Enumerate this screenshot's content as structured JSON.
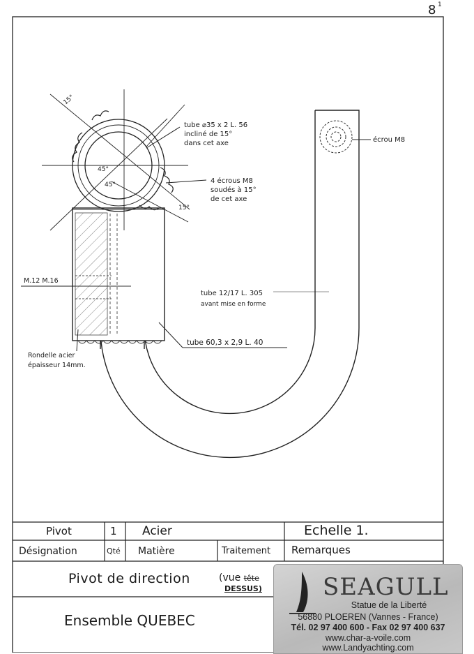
{
  "page_number": "8",
  "page_number_sup": "1",
  "annotations": {
    "tube_35": [
      "tube ⌀35 x 2 L. 56",
      "incliné de 15°",
      "dans cet axe"
    ],
    "ecrous_m8_4": [
      "4 écrous M8",
      "soudés à 15°",
      "de cet axe"
    ],
    "ecrou_m8": "écrou M8",
    "tube_12_17": [
      "tube 12/17 L. 305",
      "avant mise en forme"
    ],
    "tube_60": "tube 60,3 x 2,9  L. 40",
    "m12_m16": "M.12  M.16",
    "rondelle": [
      "Rondelle acier",
      "épaisseur 14mm."
    ],
    "angle_15_top": "15°",
    "angle_15_right": "15°",
    "angle_45_a": "45°",
    "angle_45_b": "45°"
  },
  "title_block": {
    "row1": {
      "designation": "Pivot",
      "qte": "1",
      "matiere": "Acier",
      "remarques": "Echelle 1."
    },
    "row2": {
      "designation": "Désignation",
      "qte": "Qté",
      "matiere": "Matière",
      "traitement": "Traitement",
      "remarques": "Remarques"
    },
    "title": "Pivot de direction",
    "view_note_1": "(vue",
    "view_note_struck": "tête",
    "view_note_2": "DESSUS)",
    "assembly": "Ensemble  QUEBEC"
  },
  "card": {
    "brand": "SEAGULL",
    "line1": "Statue de la Liberté",
    "line2": "56880 PLOEREN (Vannes - France)",
    "line3": "Tél. 02 97 400 600 - Fax 02 97 400 637",
    "line4": "www.char-a-voile.com",
    "line5": "www.Landyachting.com",
    "colors": {
      "card_bg": "#c4c4c4",
      "text": "#222222"
    }
  }
}
